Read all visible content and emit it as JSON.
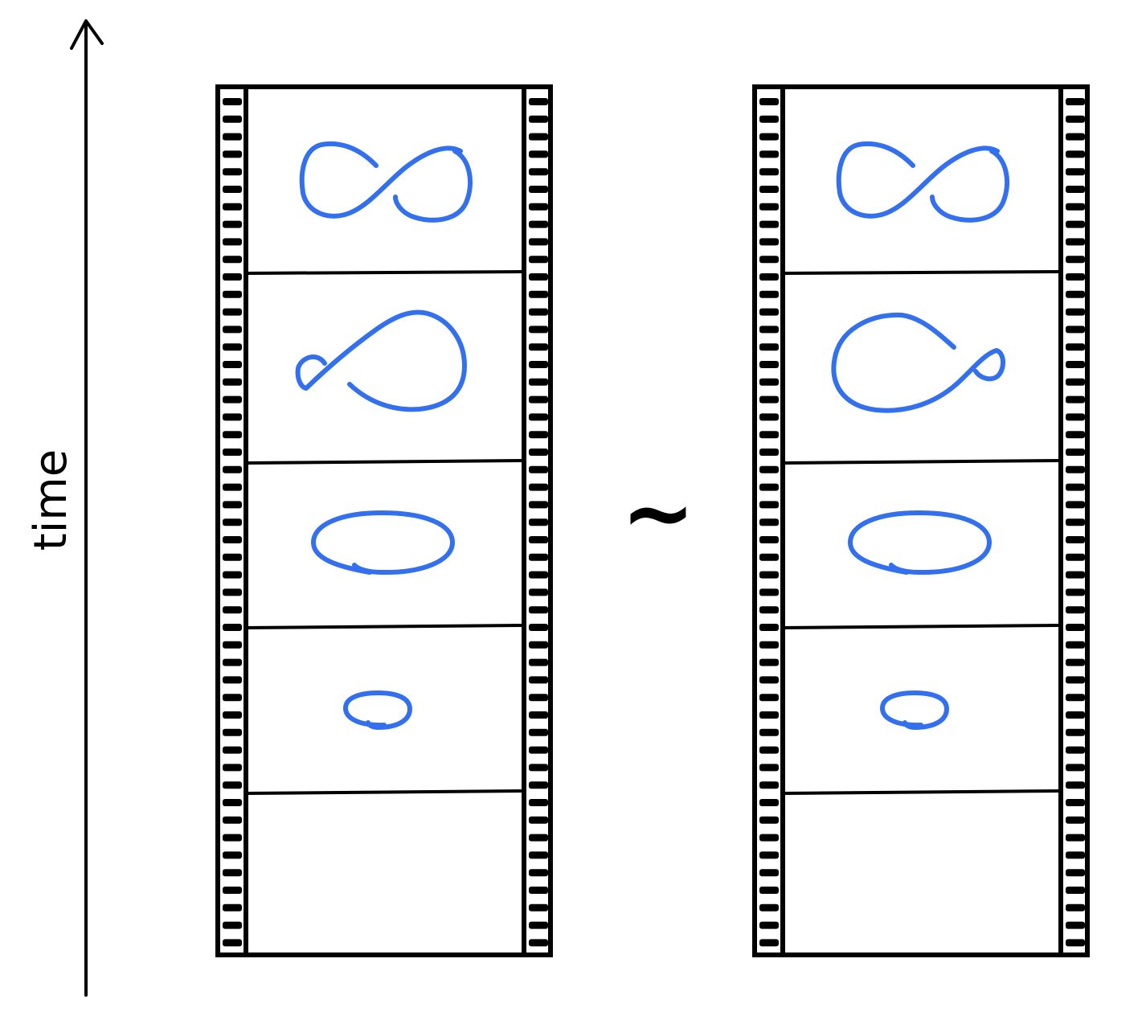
{
  "axis": {
    "label": "time"
  },
  "equivalence_symbol": "~",
  "colors": {
    "ink": "#000000",
    "curve": "#3370ef",
    "background": "#ffffff"
  },
  "filmstrips": [
    {
      "name": "left",
      "frames": [
        {
          "shape": "figure-eight"
        },
        {
          "shape": "loop-with-small-curl-left"
        },
        {
          "shape": "ellipse"
        },
        {
          "shape": "small-loop"
        },
        {
          "shape": "empty"
        }
      ]
    },
    {
      "name": "right",
      "frames": [
        {
          "shape": "figure-eight"
        },
        {
          "shape": "loop-with-small-curl-right"
        },
        {
          "shape": "ellipse"
        },
        {
          "shape": "small-loop"
        },
        {
          "shape": "empty"
        }
      ]
    }
  ]
}
